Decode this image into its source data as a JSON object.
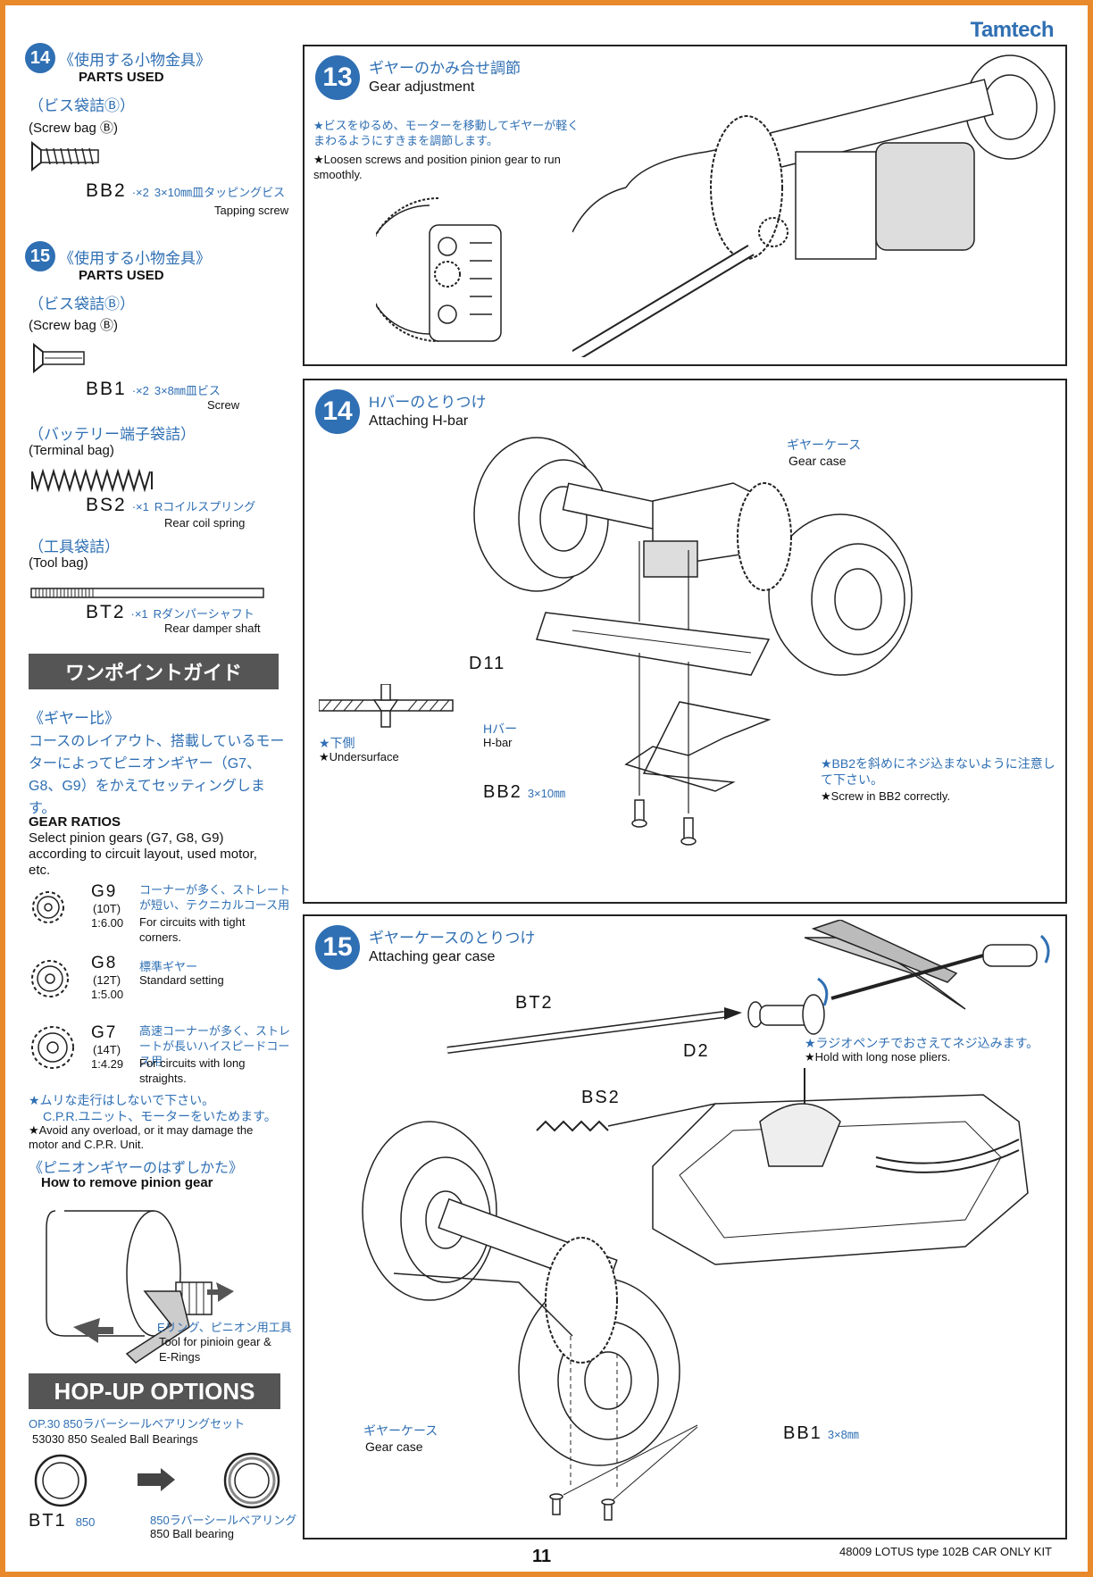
{
  "brand": "Tamtech",
  "page_number": "11",
  "kit": "48009 LOTUS type 102B CAR ONLY KIT",
  "left": {
    "s14": {
      "num": "14",
      "jp": "《使用する小物金具》",
      "en": "PARTS USED",
      "bag_jp": "（ビス袋詰Ⓑ）",
      "bag_en": "(Screw bag Ⓑ)",
      "code": "BB2",
      "qty": "·×2",
      "desc_jp": "3×10㎜皿タッピングビス",
      "desc_en": "Tapping screw"
    },
    "s15": {
      "num": "15",
      "jp": "《使用する小物金具》",
      "en": "PARTS USED",
      "bag_jp": "（ビス袋詰Ⓑ）",
      "bag_en": "(Screw bag Ⓑ)",
      "code": "BB1",
      "qty": "·×2",
      "desc_jp": "3×8㎜皿ビス",
      "desc_en": "Screw",
      "term_jp": "（バッテリー端子袋詰）",
      "term_en": "(Terminal bag)",
      "code2": "BS2",
      "qty2": "·×1",
      "desc2_jp": "Rコイルスプリング",
      "desc2_en": "Rear coil spring",
      "tool_jp": "（工具袋詰）",
      "tool_en": "(Tool bag)",
      "code3": "BT2",
      "qty3": "·×1",
      "desc3_jp": "Rダンパーシャフト",
      "desc3_en": "Rear damper shaft"
    },
    "guide": {
      "title": "ワンポイントガイド",
      "sub_jp": "《ギヤー比》",
      "body_jp": "コースのレイアウト、搭載しているモーターによってピニオンギヤー（G7、G8、G9）をかえてセッティングします。",
      "head_en": "GEAR RATIOS",
      "body_en": "Select pinion gears (G7, G8, G9) according to circuit layout, used motor, etc.",
      "gears": [
        {
          "code": "G9",
          "teeth": "(10T)",
          "ratio": "1:6.00",
          "jp": "コーナーが多く、ストレートが短い、テクニカルコース用",
          "en": "For circuits with tight corners."
        },
        {
          "code": "G8",
          "teeth": "(12T)",
          "ratio": "1:5.00",
          "jp": "標準ギヤー",
          "en": "Standard setting"
        },
        {
          "code": "G7",
          "teeth": "(14T)",
          "ratio": "1:4.29",
          "jp": "高速コーナーが多く、ストレートが長いハイスピードコース用",
          "en": "For circuits with long straights."
        }
      ],
      "warn_jp1": "★ムリな走行はしないで下さい。",
      "warn_jp2": "C.P.R.ユニット、モーターをいためます。",
      "warn_en": "★Avoid any overload, or it may damage the motor and C.P.R. Unit.",
      "remove_jp": "《ピニオンギヤーのはずしかた》",
      "remove_en": "How to remove pinion gear",
      "tool_jp": "Eリング、ピニオン用工具",
      "tool_en": "Tool for pinioin gear & E-Rings"
    },
    "hopup": {
      "title": "HOP-UP OPTIONS",
      "op": "OP.30  850ラバーシールベアリングセット",
      "item": "53030 850 Sealed Ball Bearings",
      "bt1": "BT1",
      "bt1_num": "850",
      "new_jp": "850ラバーシールベアリング",
      "new_en": "850 Ball bearing"
    }
  },
  "panels": {
    "p13": {
      "num": "13",
      "jp": "ギヤーのかみ合せ調節",
      "en": "Gear adjustment",
      "note_jp": "★ビスをゆるめ、モーターを移動してギヤーが軽くまわるようにすきまを調節します。",
      "note_en": "★Loosen screws and position pinion gear to run smoothly."
    },
    "p14": {
      "num": "14",
      "jp": "Hバーのとりつけ",
      "en": "Attaching H-bar",
      "gear_jp": "ギヤーケース",
      "gear_en": "Gear case",
      "d11": "D11",
      "hbar_jp": "Hバー",
      "hbar_en": "H-bar",
      "under_jp": "★下側",
      "under_en": "★Undersurface",
      "bb2": "BB2",
      "bb2_size": "3×10㎜",
      "note_jp": "★BB2を斜めにネジ込まないように注意して下さい。",
      "note_en": "★Screw in BB2 correctly."
    },
    "p15": {
      "num": "15",
      "jp": "ギヤーケースのとりつけ",
      "en": "Attaching gear case",
      "bt2": "BT2",
      "d2": "D2",
      "bs2": "BS2",
      "pliers_jp": "★ラジオペンチでおさえてネジ込みます。",
      "pliers_en": "★Hold with long nose pliers.",
      "gear_jp": "ギヤーケース",
      "gear_en": "Gear case",
      "bb1": "BB1",
      "bb1_size": "3×8㎜"
    }
  }
}
